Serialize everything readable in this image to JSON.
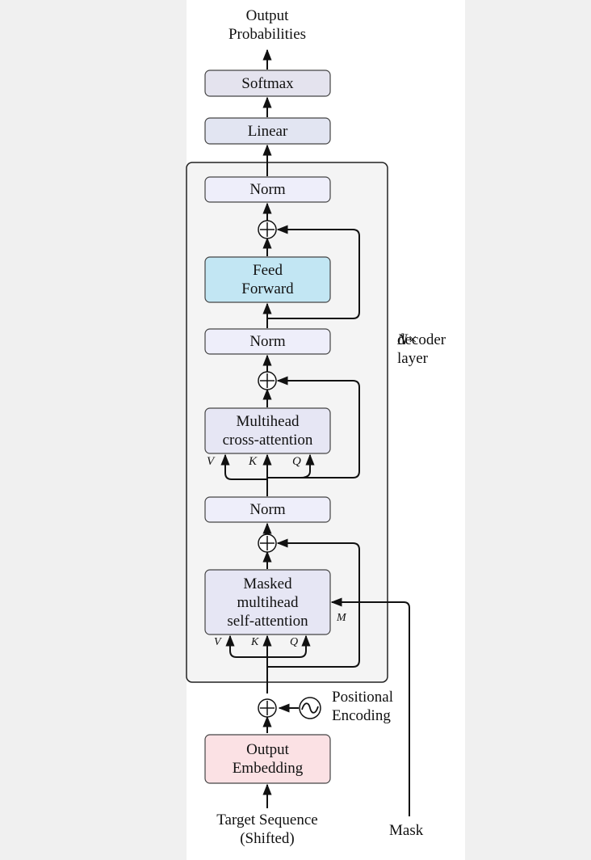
{
  "title_top": "Output\nProbabilities",
  "blocks": {
    "softmax": "Softmax",
    "linear": "Linear",
    "norm_top": "Norm",
    "feed_forward": "Feed\nForward",
    "norm_mid": "Norm",
    "cross_attention": "Multihead\ncross-attention",
    "norm_bottom": "Norm",
    "masked_self_attention": "Masked\nmultihead\nself-attention",
    "output_embedding": "Output\nEmbedding"
  },
  "repeat_label": {
    "factor": "N×",
    "text": "decoder\nlayer"
  },
  "positional_encoding": "Positional\nEncoding",
  "target_sequence": "Target Sequence\n(Shifted)",
  "mask_label": "Mask",
  "mask_input_label": "M",
  "cross_attention_inputs": [
    "V",
    "K",
    "Q"
  ],
  "self_attention_inputs": [
    "V",
    "K",
    "Q"
  ],
  "colors": {
    "softmax_fill": "#e4e3ee",
    "linear_fill": "#e2e5f2",
    "norm_fill": "#eeeefa",
    "feed_forward_fill": "#c2e6f3",
    "attention_fill": "#e6e6f4",
    "embedding_fill": "#fbe1e4",
    "layer_fill": "#f4f4f4"
  }
}
